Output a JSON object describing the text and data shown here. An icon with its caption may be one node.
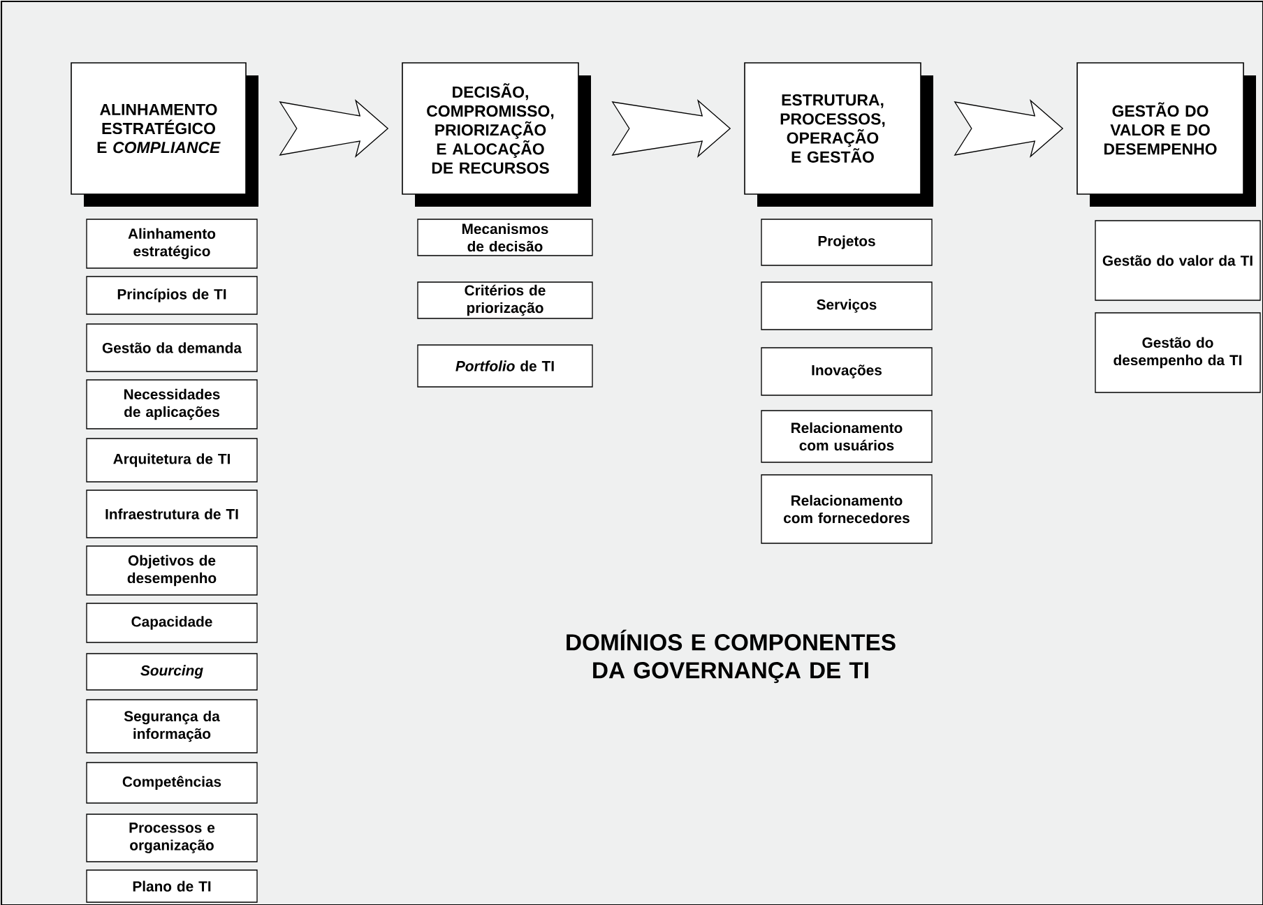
{
  "diagram": {
    "title": "DOMÍNIOS E COMPONENTES DA GOVERNANÇA DE TI",
    "nodes": [
      {
        "text": [
          "ALINHAMENTO ESTRATÉGICO E *COMPLIANCE*"
        ]
      },
      {
        "text": [
          "DECISÃO, COMPROMISSO, PRIORIZAÇÃO E ALOCAÇÃO DE RECURSOS"
        ]
      },
      {
        "text": [
          "ESTRUTURA, PROCESSOS, OPERAÇÃO E GESTÃO"
        ]
      },
      {
        "text": [
          "GESTÃO DO VALOR E DO DESEMPENHO"
        ]
      },
      {
        "text": [
          "Alinhamento estratégico"
        ]
      },
      {
        "text": [
          "Princípios de TI"
        ]
      },
      {
        "text": [
          "Gestão da demanda"
        ]
      },
      {
        "text": [
          "Necessidades de aplicações"
        ]
      },
      {
        "text": [
          "Arquitetura de TI"
        ]
      },
      {
        "text": [
          "Infraestrutura de TI"
        ]
      },
      {
        "text": [
          "Objetivos de desempenho"
        ]
      },
      {
        "text": [
          "Capacidade"
        ]
      },
      {
        "text": [
          "Sourcing"
        ]
      },
      {
        "text": [
          "Segurança da informação"
        ]
      },
      {
        "text": [
          "Competências"
        ]
      },
      {
        "text": [
          "Processos e organização"
        ]
      },
      {
        "text": [
          "Plano de TI"
        ]
      },
      {
        "text": [
          "Mecanismos de decisão"
        ]
      },
      {
        "text": [
          "Critérios de priorização"
        ]
      },
      {
        "text": [
          "*Portfolio* de TI"
        ]
      },
      {
        "text": [
          "Projetos"
        ]
      },
      {
        "text": [
          "Serviços"
        ]
      },
      {
        "text": [
          "Inovações"
        ]
      },
      {
        "text": [
          "Relacionamento com usuários"
        ]
      },
      {
        "text": [
          "Relacionamento com fornecedores"
        ]
      },
      {
        "text": [
          "Gestão do valor da TI"
        ]
      },
      {
        "text": [
          "Gestão do desempenho da TI"
        ]
      }
    ],
    "edges": [
      {
        "from": 0,
        "to": 1,
        "arrow": "to"
      },
      {
        "from": 1,
        "to": 2,
        "arrow": "to"
      },
      {
        "from": 2,
        "to": 3,
        "arrow": "to"
      }
    ]
  }
}
